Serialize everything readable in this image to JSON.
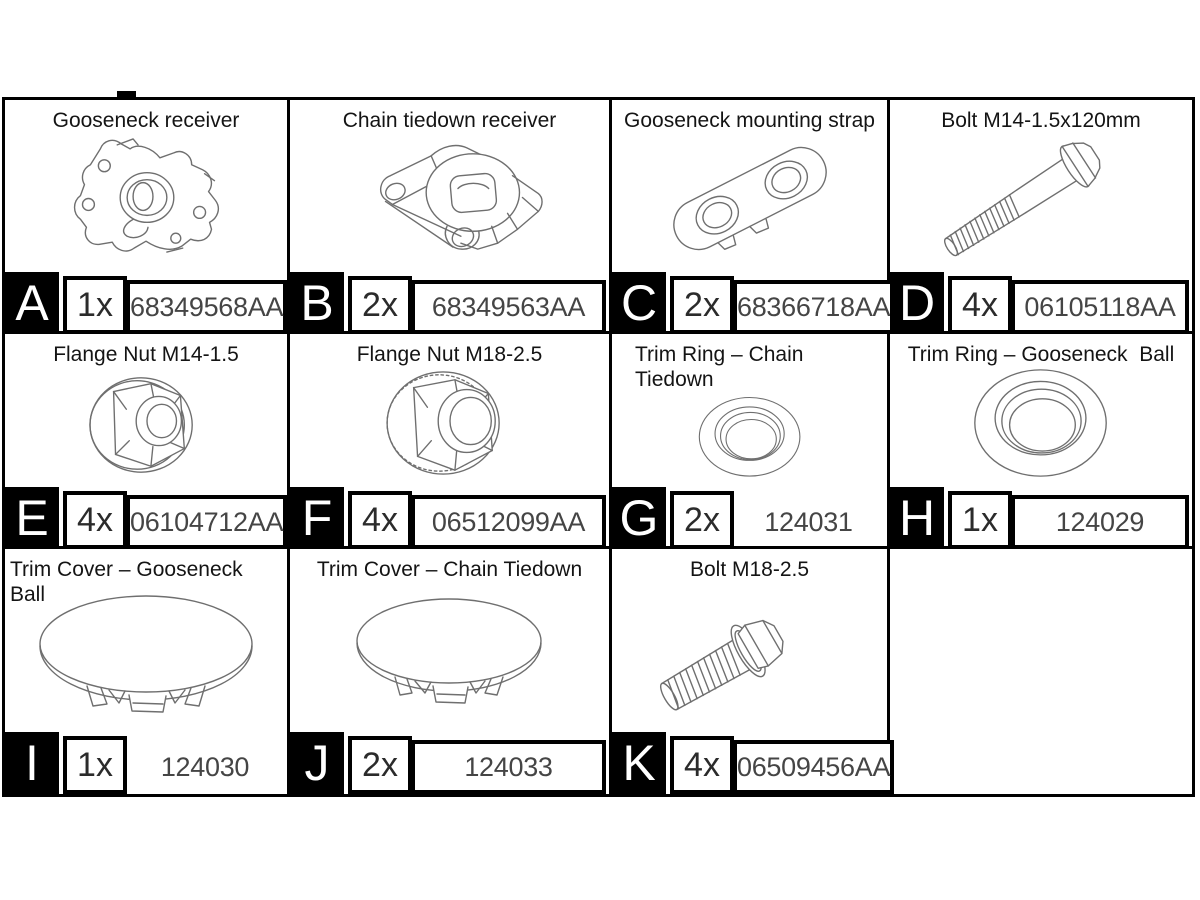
{
  "colors": {
    "grid_border": "#000000",
    "badge_background": "#000000",
    "badge_text": "#ffffff",
    "title_text": "#141414",
    "number_text": "#454545",
    "drawing_stroke": "#6f6f6f"
  },
  "parts": [
    {
      "letter": "A",
      "qty": "1x",
      "part_number": "68349568AA",
      "title": "Gooseneck receiver",
      "icon": "gooseneck-receiver-icon"
    },
    {
      "letter": "B",
      "qty": "2x",
      "part_number": "68349563AA",
      "title": "Chain tiedown receiver",
      "icon": "chain-tiedown-receiver-icon"
    },
    {
      "letter": "C",
      "qty": "2x",
      "part_number": "68366718AA",
      "title": "Gooseneck mounting strap",
      "icon": "mounting-strap-icon"
    },
    {
      "letter": "D",
      "qty": "4x",
      "part_number": "06105118AA",
      "title": "Bolt M14-1.5x120mm",
      "icon": "long-bolt-icon"
    },
    {
      "letter": "E",
      "qty": "4x",
      "part_number": "06104712AA",
      "title": "Flange Nut M14-1.5",
      "icon": "flange-nut-m14-icon"
    },
    {
      "letter": "F",
      "qty": "4x",
      "part_number": "06512099AA",
      "title": "Flange Nut M18-2.5",
      "icon": "flange-nut-m18-icon"
    },
    {
      "letter": "G",
      "qty": "2x",
      "part_number": "124031",
      "title": "Trim Ring – Chain Tiedown",
      "icon": "trim-ring-chain-icon"
    },
    {
      "letter": "H",
      "qty": "1x",
      "part_number": "124029",
      "title": "Trim Ring – Gooseneck  Ball",
      "icon": "trim-ring-gooseneck-icon"
    },
    {
      "letter": "I",
      "qty": "1x",
      "part_number": "124030",
      "title": "Trim Cover – Gooseneck  Ball",
      "icon": "trim-cover-gooseneck-icon"
    },
    {
      "letter": "J",
      "qty": "2x",
      "part_number": "124033",
      "title": "Trim Cover – Chain Tiedown",
      "icon": "trim-cover-chain-icon"
    },
    {
      "letter": "K",
      "qty": "4x",
      "part_number": "06509456AA",
      "title": "Bolt M18-2.5",
      "icon": "short-bolt-icon"
    }
  ]
}
